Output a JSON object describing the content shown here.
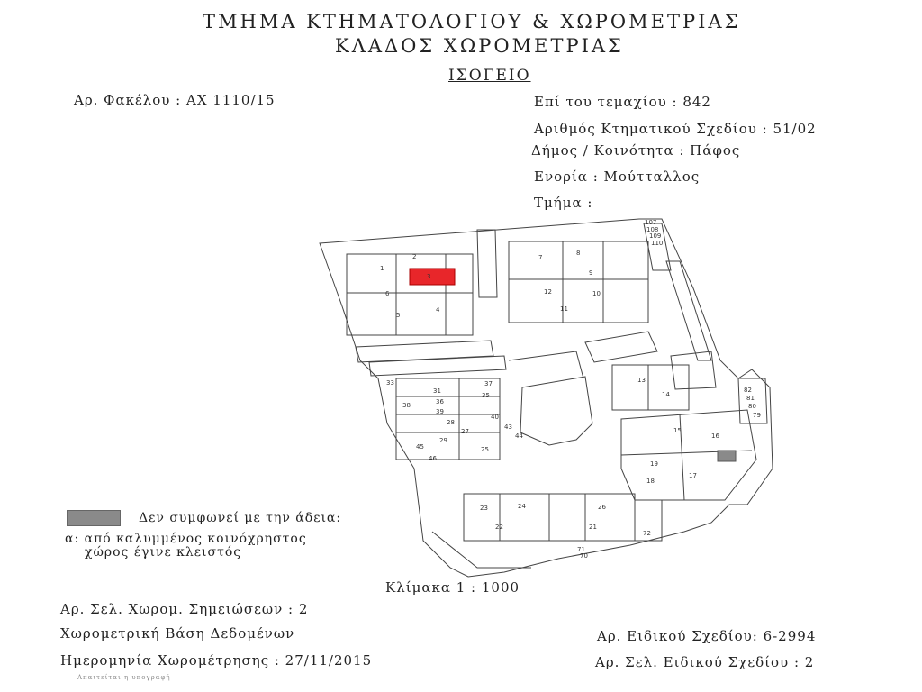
{
  "header": {
    "department": "ΤΜΗΜΑ ΚΤΗΜΑΤΟΛΟΓΙΟΥ & ΧΩΡΟΜΕΤΡΙΑΣ",
    "branch": "ΚΛΑΔΟΣ ΧΩΡΟΜΕΤΡΙΑΣ",
    "floor": "ΙΣΟΓΕΙΟ"
  },
  "info": {
    "file_no": "Αρ. Φακέλου : ΑΧ 1110/15",
    "parcel": "Επί του τεμαχίου : 842",
    "sheet": "Αριθμός Κτηματικού Σχεδίου : 51/02",
    "municipality": "Δήμος / Κοινότητα : Πάφος",
    "parish": "Ενορία : Μούτταλλος",
    "section": "Τμήμα :"
  },
  "legend": {
    "grey_box": "Δεν συμφωνεί με την άδεια:",
    "note_a": "α: από καλυμμένος κοινόχρηστος",
    "note_b": "χώρος έγινε κλειστός",
    "grey_color": "#8a8a8a",
    "highlight_color": "#e8262a"
  },
  "footer": {
    "scale": "Κλίμακα 1 : 1000",
    "notes_pages": "Αρ. Σελ. Χωρομ. Σημειώσεων : 2",
    "database": "Χωρομετρική Βάση Δεδομένων",
    "survey_date": "Ημερομηνία Χωρομέτρησης : 27/11/2015",
    "special_plan": "Αρ. Ειδικού Σχεδίου: 6-2994",
    "special_pages": "Αρ. Σελ. Ειδικού Σχεδίου : 2",
    "tiny": "Απαιτείται η υπογραφή"
  },
  "plan_labels": {
    "u1": "1",
    "u2": "2",
    "u3": "3",
    "u4": "4",
    "u5": "5",
    "u6": "6",
    "u7": "7",
    "u8": "8",
    "u9": "9",
    "u10": "10",
    "u11": "11",
    "u12": "12",
    "u13": "13",
    "u14": "14",
    "u15": "15",
    "u16": "16",
    "u17": "17",
    "u18": "18",
    "u19": "19",
    "u21": "21",
    "u22": "22",
    "u23": "23",
    "u24": "24",
    "u25": "25",
    "u26": "26",
    "u27": "27",
    "u28": "28",
    "u29": "29",
    "u31": "31",
    "u33": "33",
    "u35": "35",
    "u36": "36",
    "u37": "37",
    "u38": "38",
    "u39": "39",
    "u40": "40",
    "u43": "43",
    "u44": "44",
    "u45": "45",
    "u46": "46",
    "u70": "70",
    "u71": "71",
    "u72": "72",
    "u79": "79",
    "u80": "80",
    "u81": "81",
    "u82": "82",
    "u107": "107",
    "u108": "108",
    "u109": "109",
    "u110": "110"
  }
}
